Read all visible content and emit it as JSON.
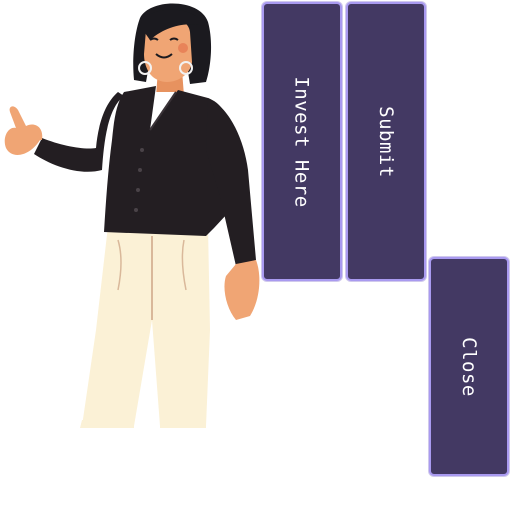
{
  "buttons": {
    "invest_here": "Invest Here",
    "submit": "Submit",
    "close": "Close"
  },
  "colors": {
    "button_bg": "#433963",
    "button_border": "#a99af0",
    "button_text": "#ffffff"
  },
  "icons": {
    "illustration": "woman-pointing-illustration"
  }
}
